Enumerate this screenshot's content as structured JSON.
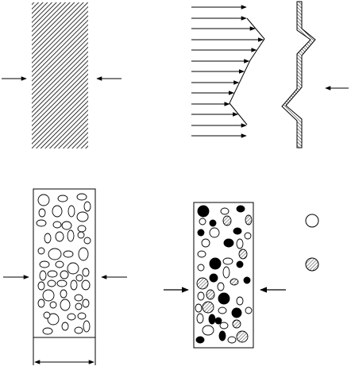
{
  "figure": {
    "background": "#ffffff",
    "stroke": "#000000",
    "panels": [
      {
        "id": "a",
        "subject": "hatched-slab-under-compression"
      },
      {
        "id": "b",
        "subject": "flow-arrows-and-zigzag-interface"
      },
      {
        "id": "c",
        "subject": "granular-specimen-under-compression"
      },
      {
        "id": "d",
        "subject": "mixed-particle-specimen-under-compression"
      }
    ],
    "legend_markers": [
      {
        "icon": "open-circle-icon"
      },
      {
        "icon": "hatched-circle-icon"
      }
    ]
  }
}
